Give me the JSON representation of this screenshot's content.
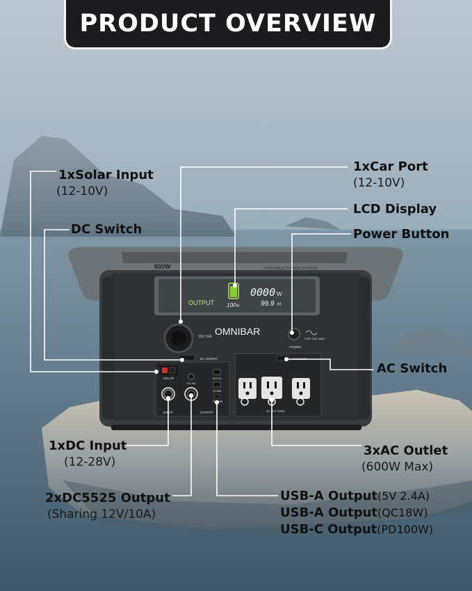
{
  "banner": {
    "title": "PRODUCT OVERVIEW"
  },
  "device": {
    "capacity_label": "600W",
    "model_text": "PORTABLE POWER STATION",
    "brand": "OMNIBAR",
    "lcd": {
      "mode": "OUTPUT",
      "watts": "0000",
      "watts_unit": "W",
      "hours": "99.9",
      "hours_unit": "H",
      "battery": "100",
      "battery_unit": "%"
    },
    "car_port_label": "12V 10A",
    "dc_switch_label": "DC ON/OFF",
    "ac_switch_label": "AC ON/OFF",
    "solar_label": "SOLAR",
    "input_label": "INPUT",
    "dc_output_label": "12V 10A",
    "usb_qc_label": "5V/2.4A",
    "usb_qc2_label": "QC18W",
    "usbc_label": "PD100W",
    "output_label": "OUTPUT",
    "ac_output_label": "AC OUT 600W",
    "power_label": "POWER",
    "wave_label": "PURE SINE WAVE"
  },
  "callouts": {
    "solar_input": {
      "title": "1xSolar Input",
      "detail": "(12-10V)"
    },
    "dc_switch": {
      "title": "DC Switch"
    },
    "car_port": {
      "title": "1xCar Port",
      "detail": "(12-10V)"
    },
    "lcd_display": {
      "title": "LCD Display"
    },
    "power_button": {
      "title": "Power Button"
    },
    "ac_switch": {
      "title": "AC Switch"
    },
    "dc_input": {
      "title": "1xDC Input",
      "detail": "(12-28V)"
    },
    "ac_outlet": {
      "title": "3xAC Outlet",
      "detail": "(600W Max)"
    },
    "dc5525_output": {
      "title": "2xDC5525 Output",
      "detail": "(Sharing 12V/10A)"
    },
    "usb_a_output_1": {
      "title": "USB-A Output",
      "detail": "(5V 2.4A)"
    },
    "usb_a_output_2": {
      "title": "USB-A Output",
      "detail": "(QC18W)"
    },
    "usb_c_output": {
      "title": "USB-C Output",
      "detail": "(PD100W)"
    }
  }
}
